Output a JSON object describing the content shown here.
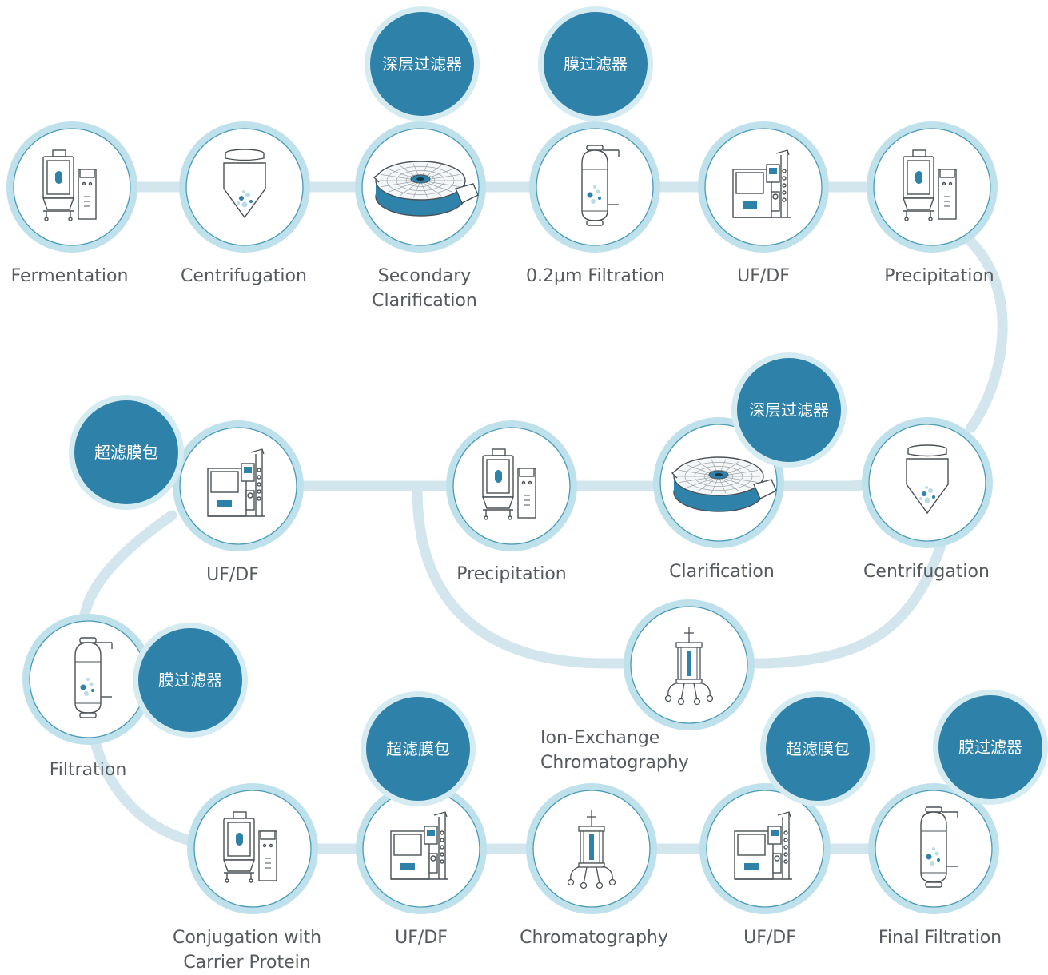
{
  "colors": {
    "connector": "#d3e6ee",
    "ring": "#bfe1ec",
    "ring_stroke": "#4a9bb6",
    "badge": "#2e81a8",
    "badge_halo": "#d4ebf2",
    "accent": "#2e81a8",
    "equipment": "#4a5156",
    "text": "#555a5e"
  },
  "steps": [
    {
      "id": "s1",
      "icon": "bioreactor-icon",
      "label": [
        "Fermentation"
      ]
    },
    {
      "id": "s2",
      "icon": "centrifuge-bottle-icon",
      "label": [
        "Centrifugation"
      ]
    },
    {
      "id": "s3",
      "icon": "depth-filter-capsule-icon",
      "label": [
        "Secondary",
        "Clarification"
      ],
      "badge": "深层过滤器"
    },
    {
      "id": "s4",
      "icon": "cartridge-filter-icon",
      "label": [
        "0.2μm Filtration"
      ],
      "badge": "膜过滤器"
    },
    {
      "id": "s5",
      "icon": "ufdf-system-icon",
      "label": [
        "UF/DF"
      ]
    },
    {
      "id": "s6",
      "icon": "bioreactor-icon",
      "label": [
        "Precipitation"
      ]
    },
    {
      "id": "s7",
      "icon": "centrifuge-bottle-icon",
      "label": [
        "Centrifugation"
      ]
    },
    {
      "id": "s8",
      "icon": "depth-filter-capsule-icon",
      "label": [
        "Clarification"
      ],
      "badge": "深层过滤器"
    },
    {
      "id": "s9",
      "icon": "bioreactor-icon",
      "label": [
        "Precipitation"
      ]
    },
    {
      "id": "s10",
      "icon": "ufdf-system-icon",
      "label": [
        "UF/DF"
      ],
      "badge": "超滤膜包"
    },
    {
      "id": "s11",
      "icon": "chromatography-column-icon",
      "label": [
        "Ion-Exchange",
        "Chromatography"
      ]
    },
    {
      "id": "s12",
      "icon": "cartridge-filter-icon",
      "label": [
        "Filtration"
      ],
      "badge": "膜过滤器"
    },
    {
      "id": "s13",
      "icon": "bioreactor-icon",
      "label": [
        "Conjugation with",
        "Carrier Protein"
      ]
    },
    {
      "id": "s14",
      "icon": "ufdf-system-icon",
      "label": [
        "UF/DF"
      ],
      "badge": "超滤膜包"
    },
    {
      "id": "s15",
      "icon": "chromatography-column-icon",
      "label": [
        "Chromatography"
      ]
    },
    {
      "id": "s16",
      "icon": "ufdf-system-icon",
      "label": [
        "UF/DF"
      ],
      "badge": "超滤膜包"
    },
    {
      "id": "s17",
      "icon": "cartridge-filter-icon",
      "label": [
        "Final Filtration"
      ],
      "badge": "膜过滤器"
    }
  ]
}
